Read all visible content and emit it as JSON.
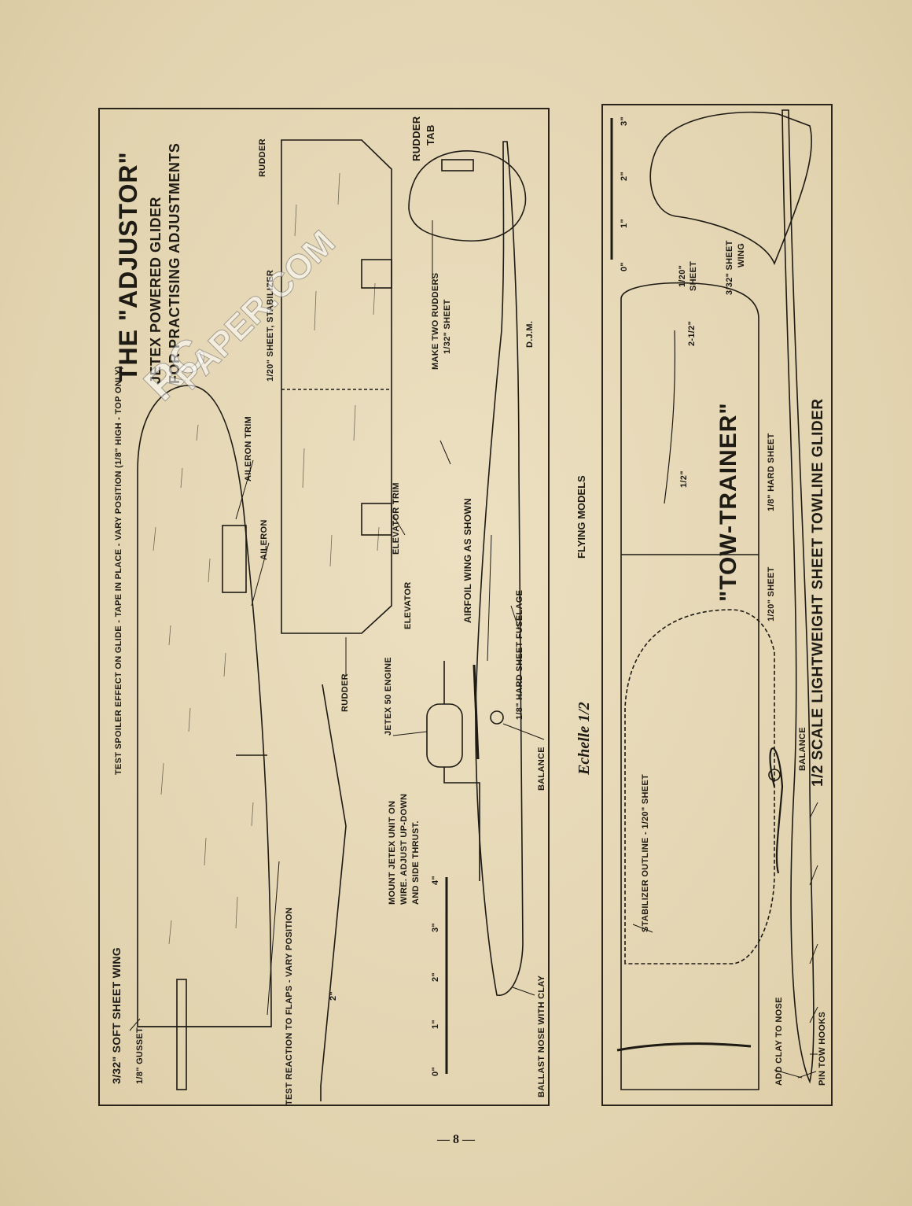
{
  "page_number": "— 8 —",
  "section_title": "FLYING MODELS",
  "scale_note": "Echelle 1/2",
  "watermark": {
    "line1": "RC",
    "line2": "PAPER.COM"
  },
  "adjustor": {
    "title": "THE \"ADJUSTOR\"",
    "subtitle1": "JETEX POWERED GLIDER",
    "subtitle2": "FOR PRACTISING ADJUSTMENTS",
    "initials": "D.J.M.",
    "labels": {
      "wing": "3/32\" SOFT SHEET WING",
      "gusset": "1/8\" GUSSET",
      "spoiler": "TEST SPOILER EFFECT ON GLIDE - TAPE IN PLACE - VARY POSITION (1/8\" HIGH - TOP ONLY)",
      "aileron_trim": "AILERON TRIM",
      "aileron": "AILERON",
      "flaps": "TEST REACTION TO FLAPS - VARY POSITION",
      "dihedral": "2\"",
      "stabilizer": "1/20\" SHEET, STABILIZER",
      "rudder_top": "RUDDER",
      "elevator_trim": "ELEVATOR TRIM",
      "elevator": "ELEVATOR",
      "rudder_bottom": "RUDDER",
      "rudder_tab": "RUDDER TAB",
      "two_rudders1": "MAKE TWO RUDDERS",
      "two_rudders2": "1/32\" SHEET",
      "airfoil": "AIRFOIL WING AS SHOWN",
      "fuselage": "1/8\" HARD SHEET FUSELAGE",
      "engine": "JETEX 50 ENGINE",
      "balance": "BALANCE",
      "mount1": "MOUNT JETEX UNIT ON",
      "mount2": "WIRE. ADJUST UP-DOWN",
      "mount3": "AND SIDE THRUST.",
      "ballast": "BALLAST NOSE WITH CLAY"
    },
    "ruler": [
      "0\"",
      "1\"",
      "2\"",
      "3\"",
      "4\""
    ]
  },
  "tow_trainer": {
    "title": "\"TOW-TRAINER\"",
    "subtitle": "1/2 SCALE LIGHTWEIGHT SHEET TOWLINE GLIDER",
    "labels": {
      "fin_sheet1": "1/20\"",
      "fin_sheet2": "SHEET",
      "wing1": "3/32\" SHEET",
      "wing2": "WING",
      "dihedral": "2-1/2\"",
      "dihedral2": "1/2\"",
      "hard_sheet": "1/8\" HARD SHEET",
      "sheet": "1/20\" SHEET",
      "balance": "BALANCE",
      "stab_outline": "STABILIZER OUTLINE - 1/20\" SHEET",
      "clay": "ADD CLAY TO NOSE",
      "tow_hooks": "PIN TOW HOOKS"
    },
    "ruler": [
      "0\"",
      "1\"",
      "2\"",
      "3\""
    ]
  },
  "colors": {
    "paper": "#e3d5b3",
    "ink": "#1e1a14"
  }
}
